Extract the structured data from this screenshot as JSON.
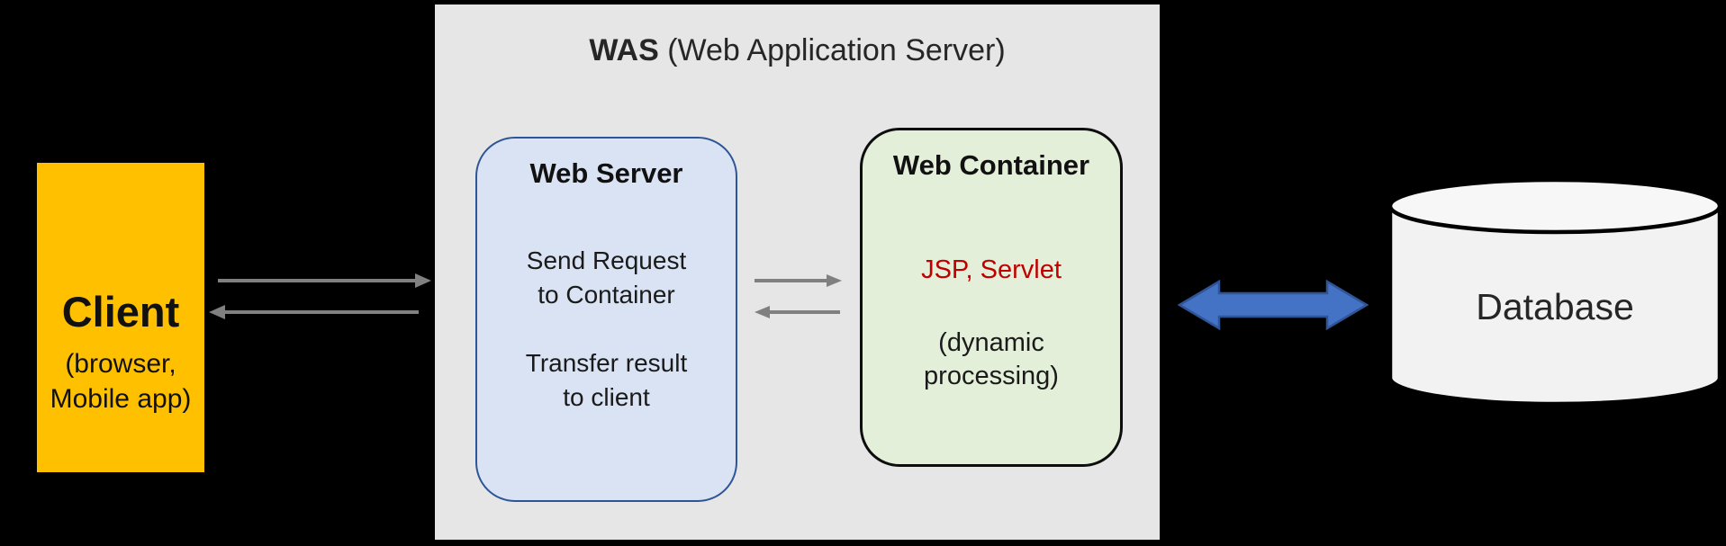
{
  "was": {
    "title_strong": "WAS",
    "title_rest": " (Web Application Server)"
  },
  "client": {
    "title": "Client",
    "subtitle": "(browser,\nMobile app)"
  },
  "web_server": {
    "title": "Web Server",
    "body1": "Send Request\nto Container",
    "body2": "Transfer result\nto client"
  },
  "web_container": {
    "title": "Web Container",
    "tech": "JSP, Servlet",
    "note": "(dynamic\nprocessing)"
  },
  "database": {
    "label": "Database"
  },
  "icons": {
    "client_was_arrows": "two gray horizontal arrows, top pointing right, bottom pointing left",
    "server_container_arrows": "two gray horizontal arrows, top pointing right, bottom pointing left",
    "was_database_arrow": "thick blue double-headed horizontal arrow",
    "database_icon": "cylinder database shape"
  },
  "colors": {
    "background": "#000000",
    "was_panel": "#e7e6e6",
    "client_box": "#ffc000",
    "web_server_fill": "#dae3f3",
    "web_server_border": "#2e5597",
    "web_container_fill": "#e3efd9",
    "web_container_border": "#0d0d0d",
    "jsp_servlet_text": "#c00000",
    "gray_arrow": "#808080",
    "blue_arrow_fill": "#4472c4",
    "blue_arrow_border": "#2f5597",
    "database_fill": "#f2f2f2"
  }
}
